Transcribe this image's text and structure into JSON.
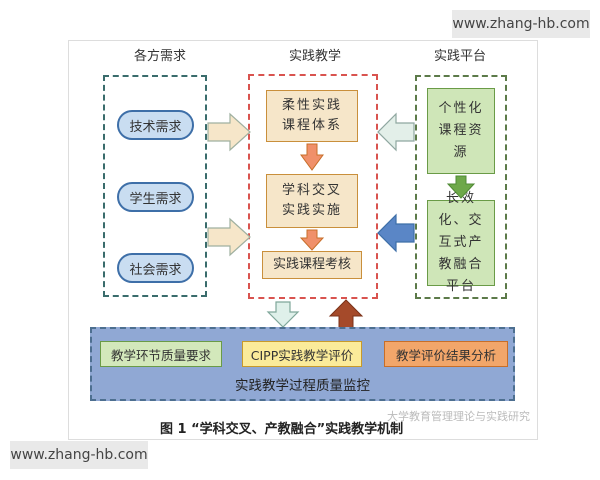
{
  "watermark_top": "www.zhang-hb.com",
  "watermark_bottom": "www.zhang-hb.com",
  "columns": {
    "left": "各方需求",
    "middle": "实践教学",
    "right": "实践平台"
  },
  "needs": [
    "技术需求",
    "学生需求",
    "社会需求"
  ],
  "teaching": {
    "box1": "柔性实践课程体系",
    "box2": "学科交叉实践实施",
    "box3": "实践课程考核"
  },
  "platform": {
    "box1": "个性化课程资源",
    "box2": "长效化、交互式产教融合平台"
  },
  "monitor": {
    "box1": "教学环节质量要求",
    "box2": "CIPP实践教学评价",
    "box3": "教学评价结果分析",
    "label": "实践教学过程质量监控"
  },
  "caption": "图 1 “学科交叉、产教融合”实践教学机制",
  "caption_overlay": "大学教育管理理论与实践研究"
}
